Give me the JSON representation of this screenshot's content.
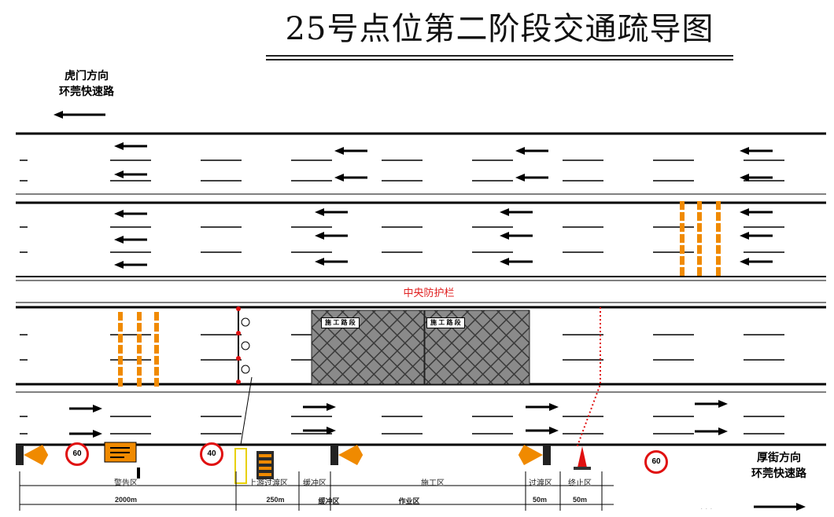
{
  "title": "25号点位第二阶段交通疏导图",
  "direction_left": {
    "line1": "虎门方向",
    "line2": "环莞快速路"
  },
  "direction_right": {
    "line1": "厚街方向",
    "line2": "环莞快速路"
  },
  "median_label": "中央防护栏",
  "work_zone_signs": [
    "施 工 路 段",
    "施 工 路 段"
  ],
  "speed_limits": [
    "60",
    "40",
    "60"
  ],
  "zones_top": [
    "警告区",
    "上游过渡区",
    "缓冲区",
    "施工区",
    "过渡区",
    "终止区"
  ],
  "zones_bottom": [
    "2000m",
    "250m",
    "缓冲区",
    "作业区",
    "50m",
    "50m"
  ],
  "colors": {
    "barrier_text": "#e02020",
    "cone_orange": "#f08a00",
    "sign_red": "#e01010",
    "hatch": "#555555"
  }
}
